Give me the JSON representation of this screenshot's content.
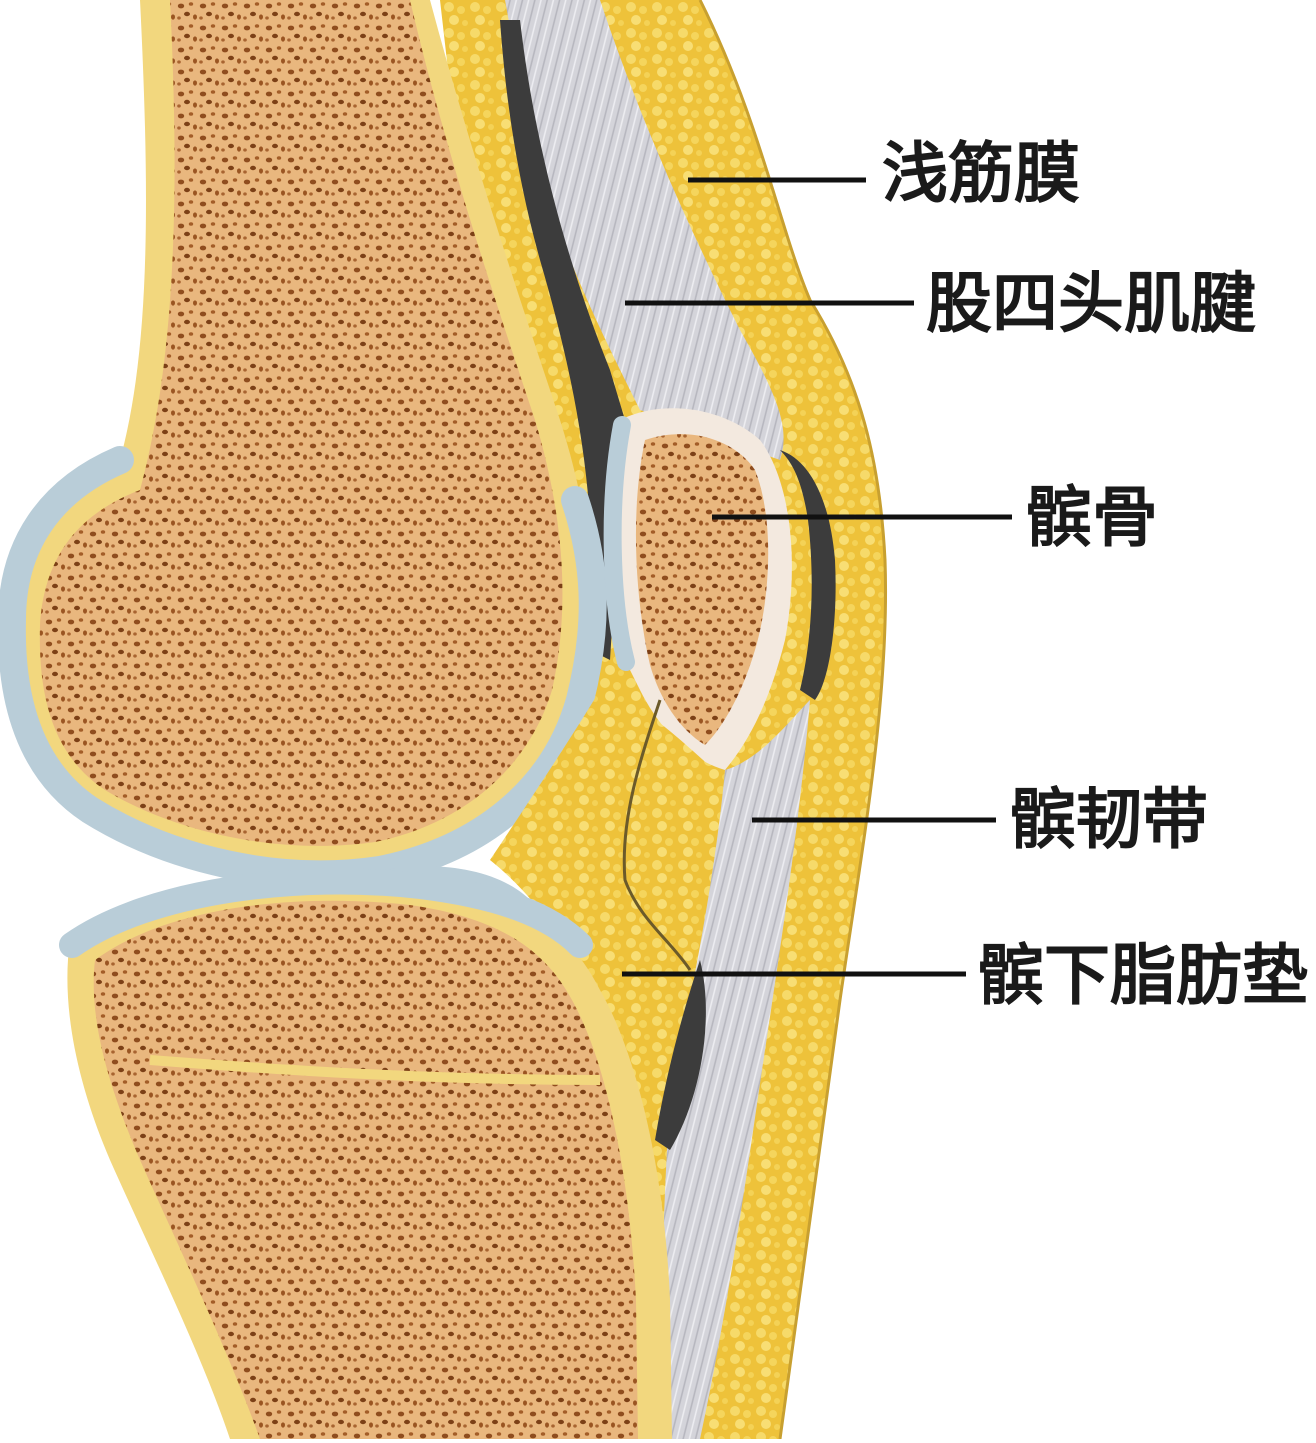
{
  "labels": {
    "superficial_fascia": "浅筋膜",
    "quadriceps_tendon": "股四头肌腱",
    "patella": "髌骨",
    "patellar_ligament": "髌韧带",
    "infrapatellar_fat_pad": "髌下脂肪垫"
  },
  "colors": {
    "bone_fill": "#e7b27a",
    "bone_dot": "#8a4a1c",
    "cortex": "#f2d77e",
    "cartilage": "#b9cdd8",
    "fat": "#efc43d",
    "tendon": "#d3d3d9",
    "cavity": "#3c3c3c",
    "line": "#111111"
  }
}
